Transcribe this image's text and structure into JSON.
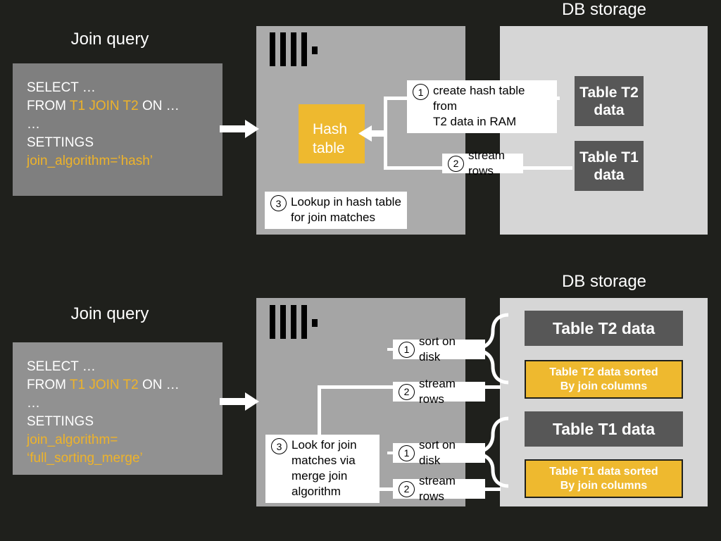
{
  "diagram": {
    "title_hash": "Join query",
    "title_merge": "Join query",
    "storage_label_top": "DB storage",
    "storage_label_bottom": "DB storage",
    "colors": {
      "background": "#1f201c",
      "accent_orange": "#eeb92f",
      "server_panel": "#ababab",
      "storage_panel": "#d6d6d6",
      "table_block": "#575757",
      "query_box": "#7f7f7f"
    }
  },
  "hash_section": {
    "heading": "Join query",
    "query": {
      "line1": "SELECT …",
      "line2_a": "FROM ",
      "line2_b": "T1 JOIN T2",
      "line2_c": " ON …",
      "line3": "…",
      "line4": "SETTINGS",
      "line5": "join_algorithm=‘hash’"
    },
    "hash_table_line1": "Hash",
    "hash_table_line2": "table",
    "storage_title": "DB storage",
    "table_t2": "Table T2\ndata",
    "table_t1": "Table T1\ndata",
    "steps": [
      {
        "num": "1",
        "text": "create hash table from\nT2 data in RAM"
      },
      {
        "num": "2",
        "text": "stream rows"
      },
      {
        "num": "3",
        "text": "Lookup in hash table\nfor join matches"
      }
    ]
  },
  "merge_section": {
    "heading": "Join query",
    "query": {
      "line1": "SELECT …",
      "line2_a": "FROM ",
      "line2_b": "T1 JOIN T2",
      "line2_c": " ON …",
      "line3": "…",
      "line4": "SETTINGS",
      "line5": "join_algorithm=",
      "line6": "‘full_sorting_merge’"
    },
    "storage_title": "DB storage",
    "table_t2": "Table T2 data",
    "table_t2_sorted": "Table T2 data sorted\nBy join columns",
    "table_t1": "Table T1 data",
    "table_t1_sorted": "Table T1 data sorted\nBy join columns",
    "steps": [
      {
        "num": "1",
        "text": "sort on disk"
      },
      {
        "num": "2",
        "text": "stream rows"
      },
      {
        "num": "3",
        "text": "Look for join\nmatches via\nmerge join\nalgorithm"
      },
      {
        "num": "1",
        "text": "sort on disk"
      },
      {
        "num": "2",
        "text": "stream rows"
      }
    ]
  }
}
